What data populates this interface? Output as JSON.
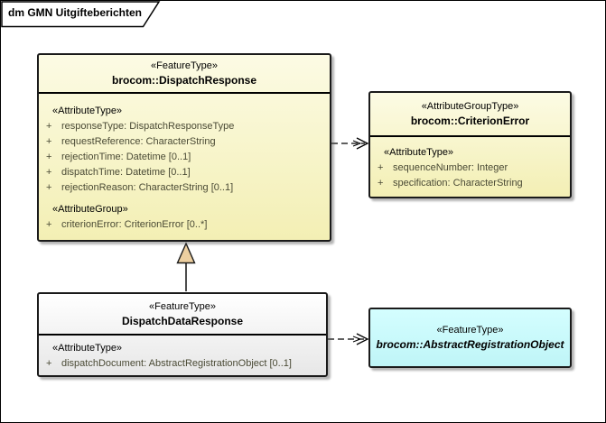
{
  "frame": {
    "title": "dm GMN Uitgifteberichten"
  },
  "colors": {
    "yellow_top": "#FCFBE4",
    "yellow_bottom": "#F3EFB4",
    "gray_top": "#FFFFFF",
    "gray_bottom": "#E7E7E7",
    "cyan_top": "#D4FEFF",
    "cyan_bottom": "#BFF5F7",
    "border": "#000000",
    "attribute_text": "#4A4A35",
    "triangle_fill": "#EDCFA0",
    "shadow": "#5A5A5A"
  },
  "classes": [
    {
      "stereotype": "«FeatureType»",
      "name": "brocom::DispatchResponse",
      "sections": [
        {
          "heading": "«AttributeType»",
          "attrs": [
            {
              "vis": "+",
              "text": "responseType: DispatchResponseType"
            },
            {
              "vis": "+",
              "text": "requestReference: CharacterString"
            },
            {
              "vis": "+",
              "text": "rejectionTime: Datetime [0..1]"
            },
            {
              "vis": "+",
              "text": "dispatchTime: Datetime [0..1]"
            },
            {
              "vis": "+",
              "text": "rejectionReason: CharacterString [0..1]"
            }
          ]
        },
        {
          "heading": "«AttributeGroup»",
          "attrs": [
            {
              "vis": "+",
              "text": "criterionError: CriterionError [0..*]"
            }
          ]
        }
      ]
    },
    {
      "stereotype": "«AttributeGroupType»",
      "name": "brocom::CriterionError",
      "sections": [
        {
          "heading": "«AttributeType»",
          "attrs": [
            {
              "vis": "+",
              "text": "sequenceNumber: Integer"
            },
            {
              "vis": "+",
              "text": "specification: CharacterString"
            }
          ]
        }
      ]
    },
    {
      "stereotype": "«FeatureType»",
      "name": "DispatchDataResponse",
      "sections": [
        {
          "heading": "«AttributeType»",
          "attrs": [
            {
              "vis": "+",
              "text": "dispatchDocument: AbstractRegistrationObject [0..1]"
            }
          ]
        }
      ]
    },
    {
      "stereotype": "«FeatureType»",
      "name": "brocom::AbstractRegistrationObject",
      "sections": []
    }
  ],
  "relationships": [
    {
      "type": "dependency",
      "from": "brocom::DispatchResponse",
      "to": "brocom::CriterionError",
      "line": "dashed",
      "arrowhead": "open"
    },
    {
      "type": "generalization",
      "from": "DispatchDataResponse",
      "to": "brocom::DispatchResponse",
      "line": "solid",
      "arrowhead": "triangle"
    },
    {
      "type": "dependency",
      "from": "DispatchDataResponse",
      "to": "brocom::AbstractRegistrationObject",
      "line": "dashed",
      "arrowhead": "open"
    }
  ]
}
